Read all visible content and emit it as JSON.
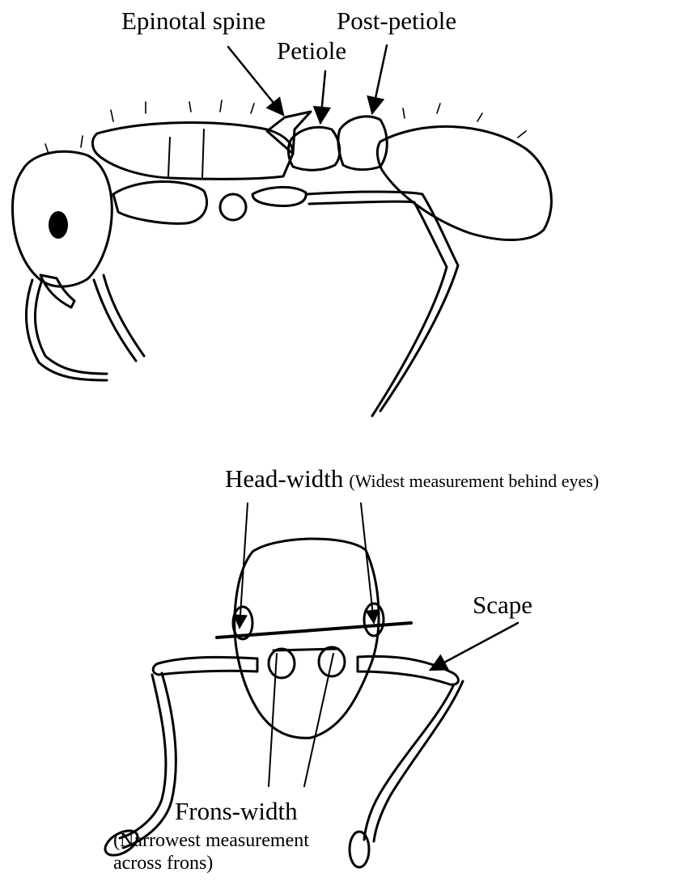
{
  "labels": {
    "epinotal_spine": "Epinotal spine",
    "petiole": "Petiole",
    "post_petiole": "Post-petiole",
    "head_width": "Head-width",
    "head_width_note": "(Widest measurement behind eyes)",
    "scape": "Scape",
    "frons_width": "Frons-width",
    "frons_width_note_line1": "(Narrowest measurement",
    "frons_width_note_line2": "across frons)"
  },
  "colors": {
    "ink": "#000000",
    "background": "#ffffff"
  }
}
